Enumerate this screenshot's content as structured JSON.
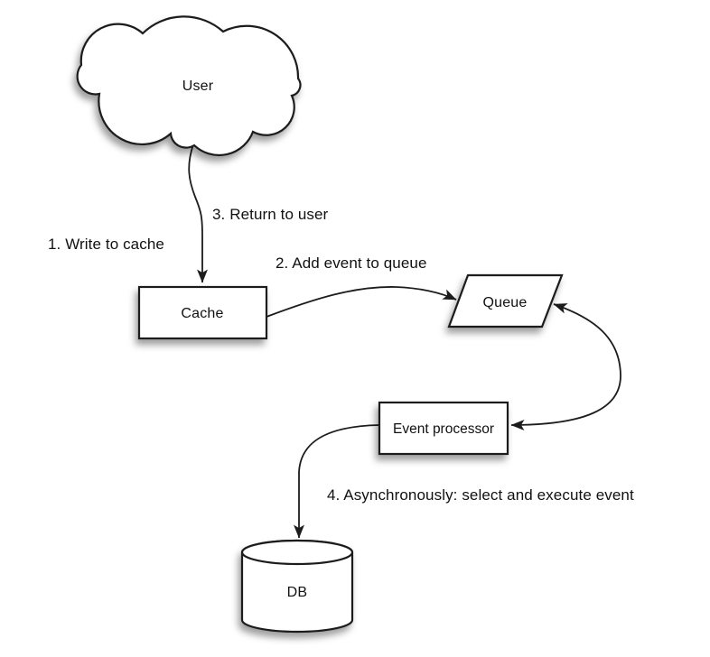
{
  "diagram": {
    "background": "#ffffff",
    "stroke_color": "#1c1c1c",
    "shape_fill": "#ffffff",
    "nodes": {
      "user": {
        "label": "User",
        "shape": "cloud"
      },
      "cache": {
        "label": "Cache",
        "shape": "rectangle"
      },
      "queue": {
        "label": "Queue",
        "shape": "parallelogram"
      },
      "event_processor": {
        "label": "Event processor",
        "shape": "rectangle"
      },
      "db": {
        "label": "DB",
        "shape": "cylinder"
      }
    },
    "steps": {
      "step1": "1. Write to cache",
      "step2": "2. Add event to queue",
      "step3": "3. Return to user",
      "step4": "4. Asynchronously: select and execute event"
    },
    "edges": [
      {
        "from": "user",
        "to": "cache",
        "labels": [
          "1. Write to cache",
          "3. Return to user"
        ]
      },
      {
        "from": "cache",
        "to": "queue",
        "labels": [
          "2. Add event to queue"
        ]
      },
      {
        "from": "queue",
        "to": "event_processor",
        "bidirectional": true,
        "labels": []
      },
      {
        "from": "event_processor",
        "to": "db",
        "labels": [
          "4. Asynchronously: select and execute event"
        ]
      }
    ]
  }
}
